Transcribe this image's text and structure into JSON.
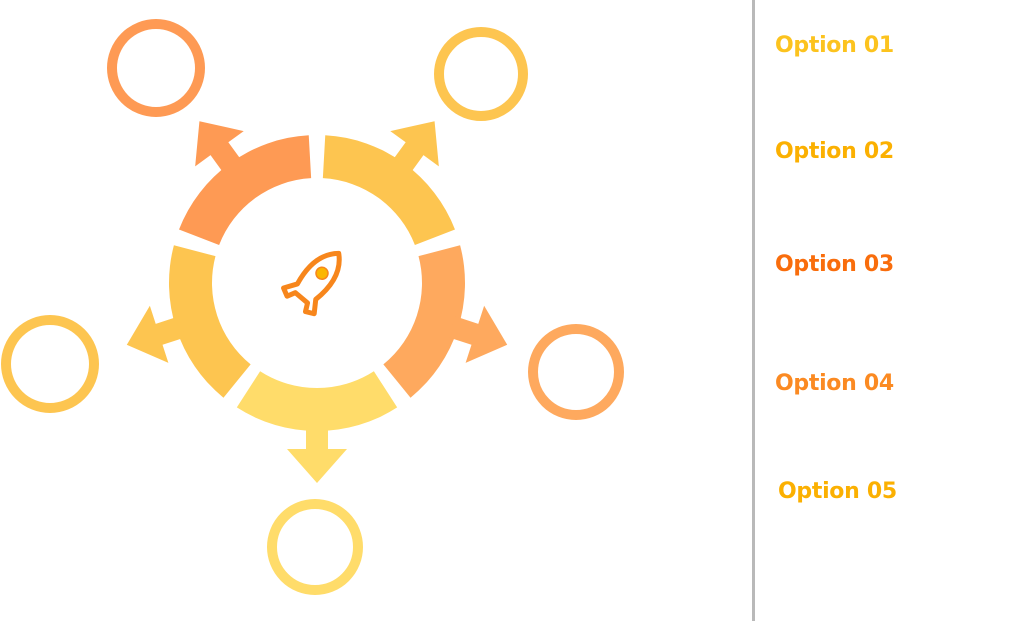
{
  "diagram": {
    "center_icon": "rocket-icon",
    "segments": [
      {
        "id": "01",
        "color": "#fe9a54",
        "circle_color": "#fe9a54"
      },
      {
        "id": "02",
        "color": "#fdc550",
        "circle_color": "#fdc550"
      },
      {
        "id": "03",
        "color": "#fea95e",
        "circle_color": "#fea95e"
      },
      {
        "id": "04",
        "color": "#ffdc6a",
        "circle_color": "#ffdc6a"
      },
      {
        "id": "05",
        "color": "#fdc550",
        "circle_color": "#fdc550"
      }
    ],
    "rocket_color": "#f7861c",
    "rocket_window_color": "#fbb600"
  },
  "options": [
    {
      "label": "Option 01",
      "color": "#fcc31e"
    },
    {
      "label": "Option 02",
      "color": "#fbb001"
    },
    {
      "label": "Option 03",
      "color": "#f96d0c"
    },
    {
      "label": "Option 04",
      "color": "#fb8a22"
    },
    {
      "label": "Option 05",
      "color": "#fbb001"
    }
  ]
}
